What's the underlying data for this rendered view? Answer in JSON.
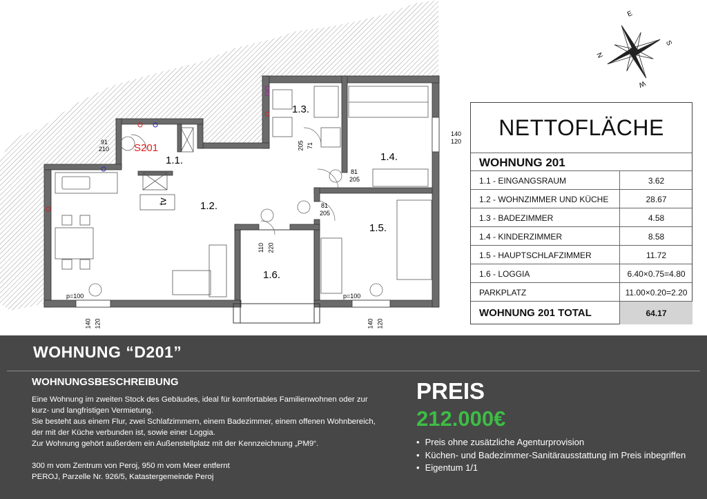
{
  "plan": {
    "rooms": {
      "r11": "1.1.",
      "r12": "1.2.",
      "r13": "1.3.",
      "r14": "1.4.",
      "r15": "1.5.",
      "r16": "1.6."
    },
    "unit_code": "S201",
    "tv": "tv",
    "dims": {
      "d_91": "91",
      "d_210": "210",
      "d_71": "71",
      "d_205a": "205",
      "d_81a": "81",
      "d_205b": "205",
      "d_81b": "81",
      "d_205c": "205",
      "d_110": "110",
      "d_220": "220",
      "d_140a": "140",
      "d_120a": "120",
      "d_140b": "140",
      "d_120b": "120",
      "d_140c": "140",
      "d_120c": "120",
      "p100a": "p=100",
      "p100b": "p=100"
    }
  },
  "compass": {
    "n": "N",
    "e": "E",
    "s": "S",
    "w": "W"
  },
  "netto": {
    "title": "NETTOFLÄCHE",
    "heading": "WOHNUNG 201",
    "rows": [
      {
        "label": "1.1 - EINGANGSRAUM",
        "value": "3.62"
      },
      {
        "label": "1.2 - WOHNZIMMER UND KÜCHE",
        "value": "28.67"
      },
      {
        "label": "1.3 - BADEZIMMER",
        "value": "4.58"
      },
      {
        "label": "1.4 - KINDERZIMMER",
        "value": "8.58"
      },
      {
        "label": "1.5 - HAUPTSCHLAFZIMMER",
        "value": "11.72"
      },
      {
        "label": "1.6 - LOGGIA",
        "value": "6.40×0.75=4.80"
      },
      {
        "label": "PARKPLATZ",
        "value": "11.00×0.20=2.20"
      }
    ],
    "total_label": "WOHNUNG 201 TOTAL",
    "total_value": "64.17"
  },
  "footer": {
    "title": "WOHNUNG “D201”",
    "desc_title": "WOHNUNGSBESCHREIBUNG",
    "desc_lines": [
      "Eine Wohnung im zweiten Stock des Gebäudes, ideal für komfortables Familienwohnen oder zur",
      "kurz- und langfristigen Vermietung.",
      "Sie besteht aus einem Flur, zwei Schlafzimmern, einem Badezimmer, einem offenen Wohnbereich,",
      "der mit der Küche verbunden ist, sowie einer Loggia.",
      "Zur Wohnung gehört außerdem ein Außenstellplatz mit der Kennzeichnung „PM9“.",
      "",
      "300 m vom Zentrum von Peroj, 950 m vom Meer entfernt",
      "PEROJ, Parzelle Nr. 926/5, Katastergemeinde Peroj"
    ],
    "preis_label": "PREIS",
    "price": "212.000€",
    "bullets": [
      "Preis ohne zusätzliche Agenturprovision",
      "Küchen- und Badezimmer-Sanitärausstattung im Preis inbegriffen",
      "Eigentum 1/1"
    ]
  },
  "colors": {
    "price": "#3dbd45",
    "footer_bg": "#474747",
    "unit_code": "#e02020"
  }
}
